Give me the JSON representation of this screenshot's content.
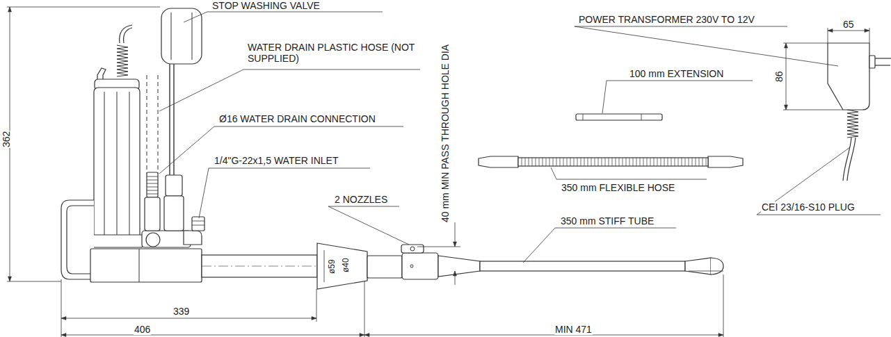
{
  "diagram": {
    "labels": [
      "STOP WASHING VALVE",
      "WATER DRAIN PLASTIC HOSE (NOT SUPPLIED)",
      "Ø16 WATER DRAIN CONNECTION",
      "1/4\"G-22x1,5 WATER INLET",
      "2 NOZZLES",
      "40 mm MIN PASS THROUGH HOLE DIA",
      "350 mm STIFF TUBE",
      "100 mm EXTENSION",
      "350 mm FLEXIBLE HOSE",
      "POWER TRANSFORMER 230V TO 12V",
      "65",
      "86",
      "CEI 23/16-S10 PLUG",
      "362",
      "339",
      "406",
      "MIN 471",
      "ø59",
      "ø40"
    ]
  }
}
